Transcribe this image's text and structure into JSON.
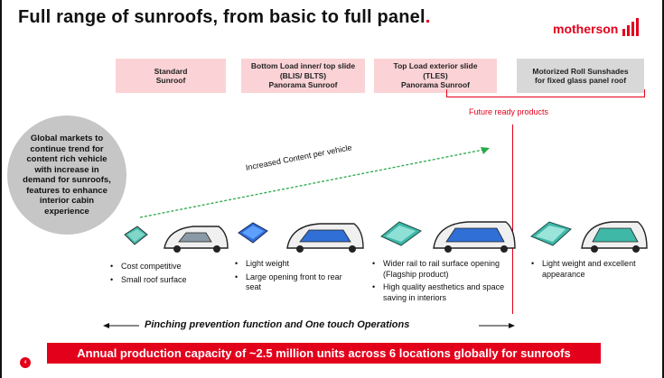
{
  "title": {
    "text": "Full range of sunroofs, from basic to full panel",
    "dot": "."
  },
  "logo": {
    "text": "motherson"
  },
  "categories": [
    {
      "line1": "Standard",
      "line2": "Sunroof",
      "line3": ""
    },
    {
      "line1": "Bottom Load inner/ top slide",
      "line2": "(BLIS/ BLTS)",
      "line3": "Panorama Sunroof"
    },
    {
      "line1": "Top Load exterior slide",
      "line2": "(TLES)",
      "line3": "Panorama Sunroof"
    },
    {
      "line1": "Motorized Roll Sunshades",
      "line2": "for fixed glass panel roof",
      "line3": ""
    }
  ],
  "future_label": "Future ready products",
  "circle_text": "Global markets to continue trend for content rich vehicle with increase in demand for sunroofs, features to enhance interior cabin experience",
  "arrow_label": "Increased Content per vehicle",
  "features": [
    [
      "Cost competitive",
      "Small roof surface"
    ],
    [
      "Light weight",
      "Large opening front to rear seat"
    ],
    [
      "Wider rail to rail surface opening (Flagship product)",
      "High quality aesthetics and space saving in interiors"
    ],
    [
      "Light weight and excellent appearance"
    ]
  ],
  "pinch_label": "Pinching prevention function and One touch Operations",
  "banner": "Annual production capacity of ~2.5 million units across 6 locations globally for sunroofs",
  "page_number": "4",
  "colors": {
    "accent": "#e3001b",
    "category_fill": "#fbd3d6",
    "future_fill": "#d8d8d8",
    "circle": "#c6c6c6",
    "arrow": "#2aa84a",
    "glass_blue": "#2f6fd6",
    "glass_teal": "#3fb8a8"
  }
}
